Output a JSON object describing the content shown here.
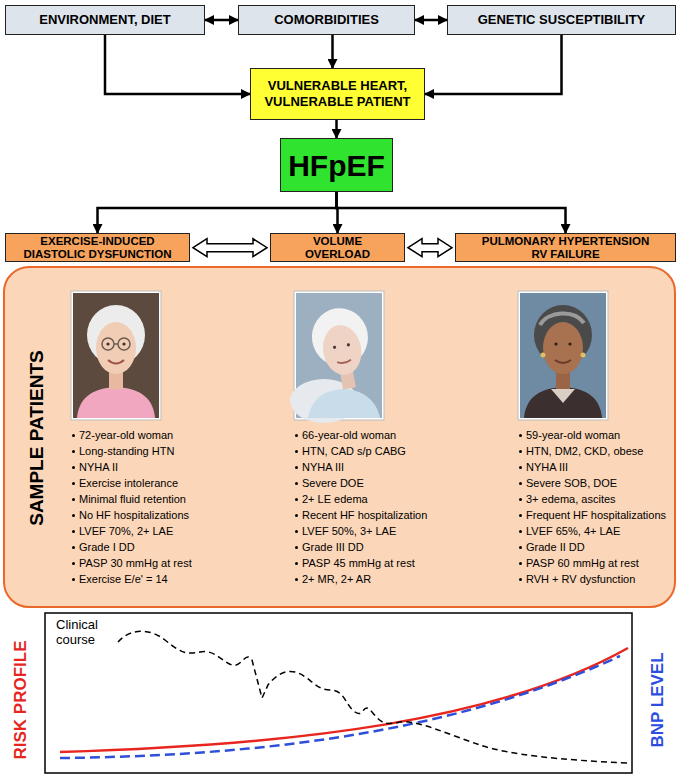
{
  "diagram": {
    "nodes": [
      {
        "text": [
          "ENVIRONMENT, DIET"
        ]
      },
      {
        "text": [
          "COMORBIDITIES"
        ]
      },
      {
        "text": [
          "GENETIC SUSCEPTIBILITY"
        ]
      },
      {
        "text": [
          "VULNERABLE HEART, VULNERABLE PATIENT"
        ]
      },
      {
        "text": [
          "HFpEF"
        ]
      },
      {
        "text": [
          "EXERCISE-INDUCED DIASTOLIC DYSFUNCTION"
        ]
      },
      {
        "text": [
          "VOLUME OVERLOAD"
        ]
      },
      {
        "text": [
          "PULMONARY HYPERTENSION RV FAILURE"
        ]
      },
      {
        "text": [
          "SAMPLE PATIENTS"
        ]
      }
    ],
    "edges": [
      {
        "from": 0,
        "to": 1,
        "arrow": "both"
      },
      {
        "from": 1,
        "to": 2,
        "arrow": "both"
      },
      {
        "from": 0,
        "to": 3,
        "arrow": "to"
      },
      {
        "from": 1,
        "to": 3,
        "arrow": "to"
      },
      {
        "from": 2,
        "to": 3,
        "arrow": "to"
      },
      {
        "from": 3,
        "to": 4,
        "arrow": "to"
      },
      {
        "from": 4,
        "to": 5,
        "arrow": "to"
      },
      {
        "from": 4,
        "to": 6,
        "arrow": "to"
      },
      {
        "from": 4,
        "to": 7,
        "arrow": "to"
      },
      {
        "from": 5,
        "to": 6,
        "arrow": "both"
      },
      {
        "from": 6,
        "to": 7,
        "arrow": "both"
      }
    ],
    "labels": [
      "72-year-old woman",
      "Long-standing HTN",
      "NYHA II",
      "Exercise intolerance",
      "Minimal fluid retention",
      "No HF hospitalizations",
      "LVEF 70%, 2+ LAE",
      "Grade I DD",
      "PASP 30 mmHg at rest",
      "Exercise E/e' = 14",
      "66-year-old woman",
      "HTN, CAD s/p CABG",
      "NYHA III",
      "Severe DOE",
      "2+ LE edema",
      "Recent HF hospitalization",
      "LVEF 50%, 3+ LAE",
      "Grade III DD",
      "PASP 45 mmHg at rest",
      "2+ MR, 2+ AR",
      "59-year-old woman",
      "HTN, DM2, CKD, obese",
      "NYHA III",
      "Severe SOB, DOE",
      "3+ edema, ascites",
      "Frequent HF hospitalizations",
      "LVEF 65%, 4+ LAE",
      "Grade II DD",
      "PASP 60 mmHg at rest",
      "RVH + RV dysfunction",
      "Clinical course",
      "RISK PROFILE",
      "BNP LEVEL"
    ]
  }
}
